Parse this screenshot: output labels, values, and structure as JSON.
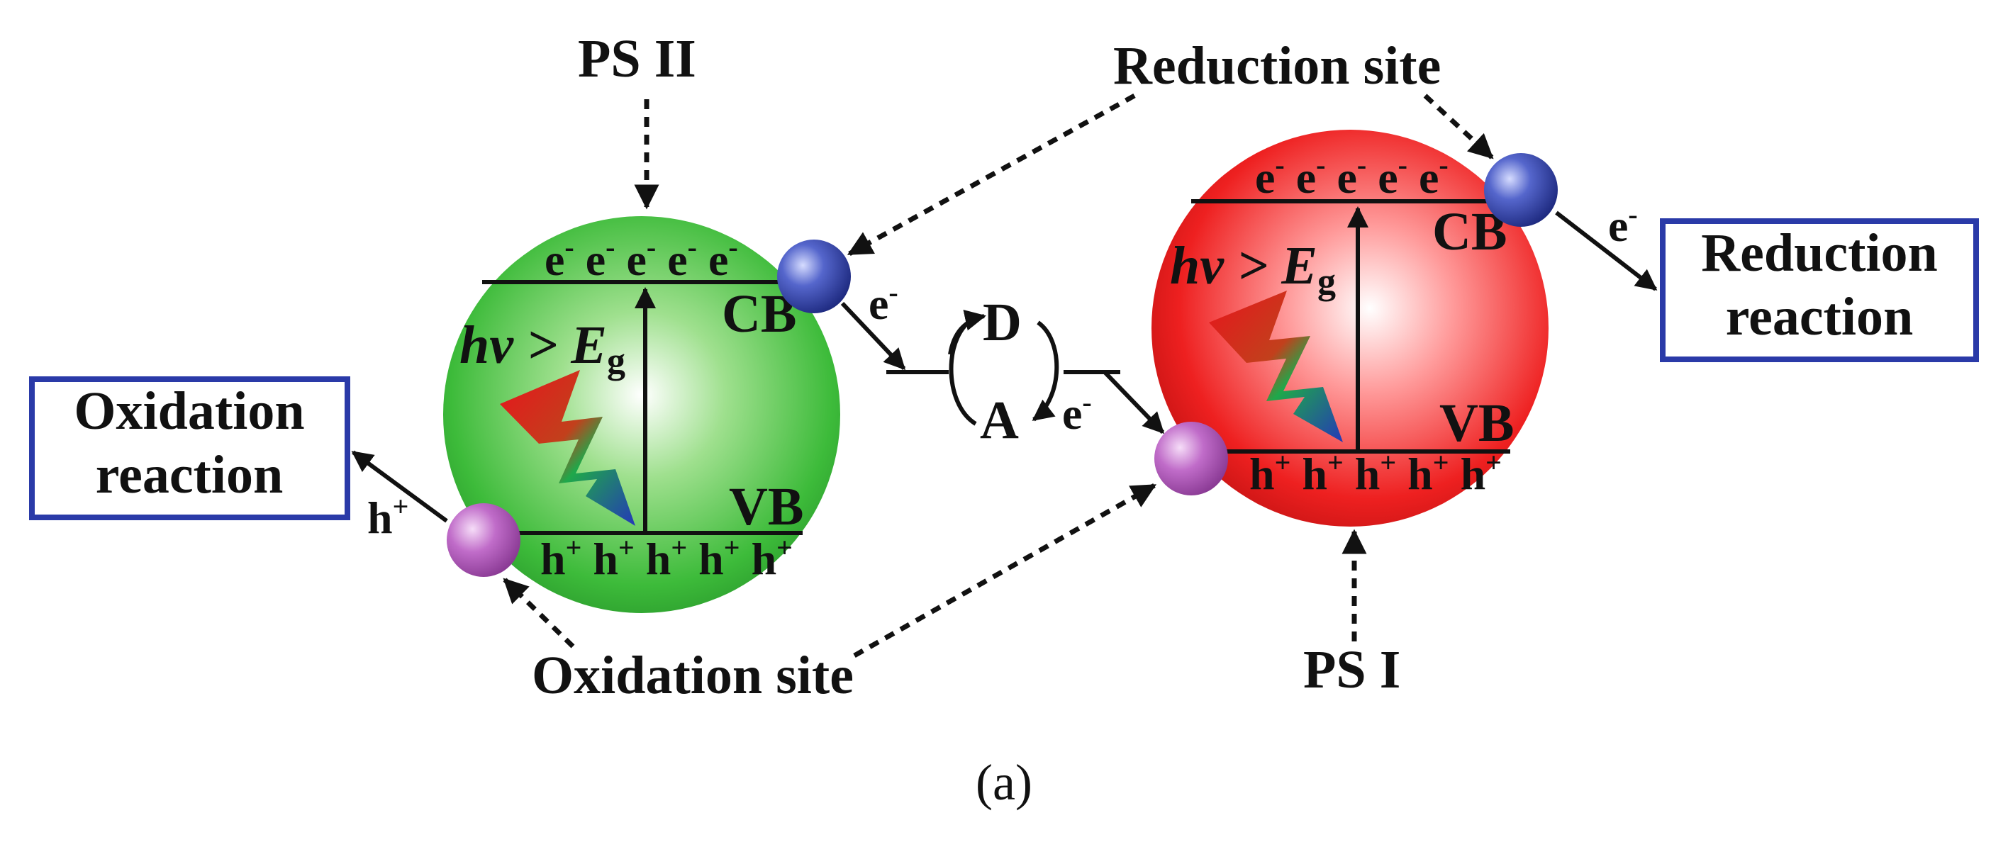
{
  "labels": {
    "ps2": "PS II",
    "ps1": "PS I",
    "reduction_site": "Reduction site",
    "oxidation_site": "Oxidation site",
    "oxidation_reaction": [
      "Oxidation",
      "reaction"
    ],
    "reduction_reaction": [
      "Reduction",
      "reaction"
    ],
    "cb": "CB",
    "vb": "VB",
    "electrons_row": "e",
    "electron_sup": "-",
    "holes_row": "h",
    "hole_sup": "+",
    "hv_text": "hv > E",
    "hv_sub": "g",
    "e_minus": "e",
    "h_plus": "h",
    "donor": "D",
    "acceptor": "A",
    "caption": "(a)"
  },
  "colors": {
    "ps2_sphere": "#2fae3a",
    "ps1_sphere": "#e21b1b",
    "reduction_cocatalyst": "#2b3a9e",
    "oxidation_cocatalyst": "#b04fb8",
    "box_border": "#2a3aa8"
  }
}
